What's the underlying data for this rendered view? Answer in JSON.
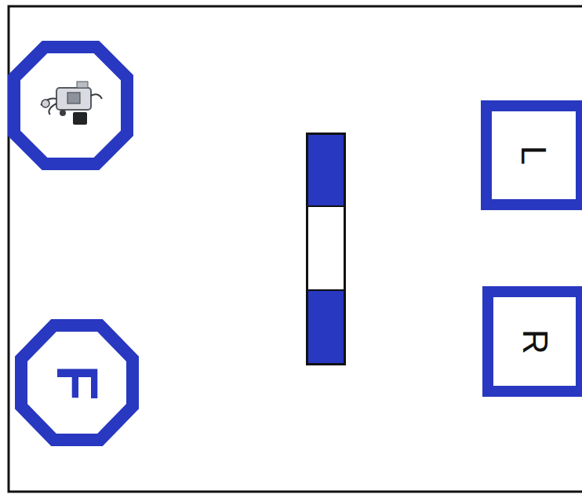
{
  "diagram": {
    "nodes": [
      {
        "text": [
          "L"
        ]
      },
      {
        "text": [
          "R"
        ]
      },
      {
        "text": [
          "F"
        ]
      }
    ]
  }
}
